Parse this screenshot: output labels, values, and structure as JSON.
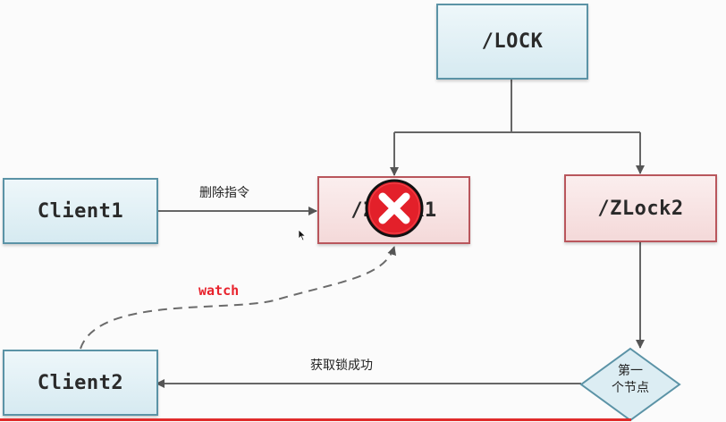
{
  "nodes": {
    "lock": "/LOCK",
    "zlock1": "/ZLock1",
    "zlock2": "/ZLock2",
    "client1": "Client1",
    "client2": "Client2"
  },
  "diamond": {
    "line1": "第一",
    "line2": "个节点"
  },
  "edges": {
    "delete_cmd": "删除指令",
    "watch": "watch",
    "acquire_success": "获取锁成功"
  },
  "colors": {
    "blue_border": "#5b93a6",
    "red_border": "#b9565c",
    "arrow": "#555555",
    "watch_text": "#e8222c",
    "delete_mark": "#e3202a"
  },
  "icons": {
    "delete_mark": "close-icon",
    "cursor": "mouse-pointer-icon"
  }
}
